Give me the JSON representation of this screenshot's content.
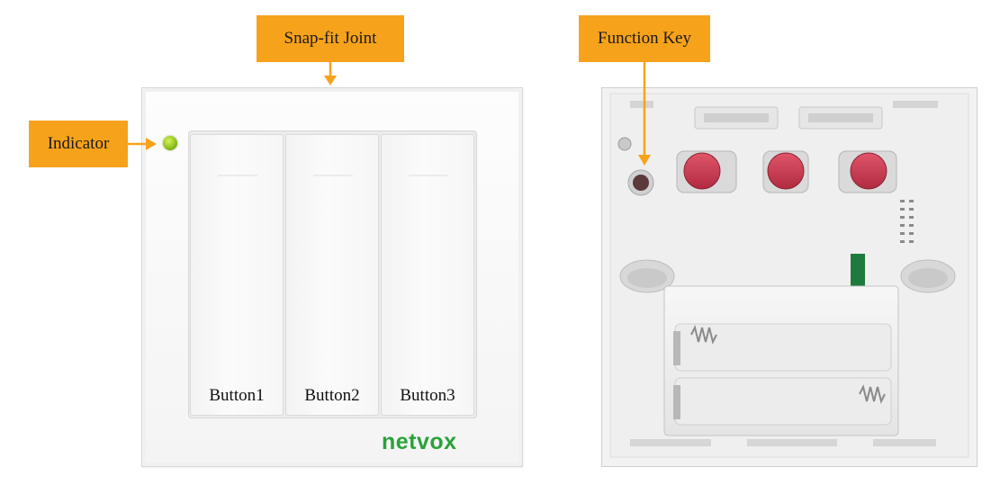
{
  "callouts": {
    "snap_fit": "Snap-fit Joint",
    "function_key": "Function Key",
    "indicator": "Indicator"
  },
  "buttons": [
    "Button1",
    "Button2",
    "Button3"
  ],
  "logo": "netvox",
  "colors": {
    "callout_bg": "#f7a21b",
    "logo_green": "#2aa23a",
    "led_green": "#8fc31f",
    "push_button_red": "#c8324a"
  },
  "icons": {
    "indicator_led": "led-icon",
    "function_key": "function-key-icon",
    "push_buttons": "push-button-icon"
  }
}
